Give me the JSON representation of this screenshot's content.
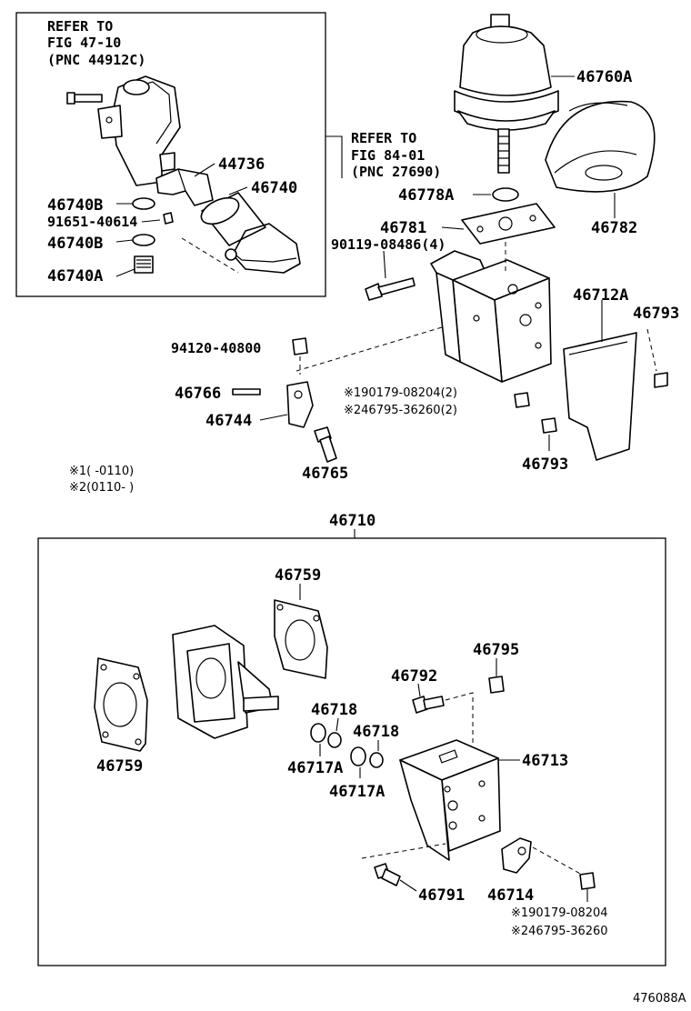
{
  "refs": {
    "fig_47_10": [
      "REFER TO",
      "FIG 47-10",
      "(PNC 44912C)"
    ],
    "fig_84_01": [
      "REFER TO",
      "FIG 84-01",
      "(PNC 27690)"
    ]
  },
  "callouts": {
    "p46760A": "46760A",
    "p44736": "44736",
    "p46740": "46740",
    "p46740B_1": "46740B",
    "p91651": "91651-40614",
    "p46740B_2": "46740B",
    "p46740A": "46740A",
    "p46778A": "46778A",
    "p46782": "46782",
    "p46781": "46781",
    "p90119": "90119-08486(4)",
    "p46712A": "46712A",
    "p46793_1": "46793",
    "p94120": "94120-40800",
    "p46766": "46766",
    "p46744": "46744",
    "p90179_a": "※190179-08204(2)",
    "p46795_a": "※246795-36260(2)",
    "p46793_2": "46793",
    "p46765": "46765",
    "p46710": "46710",
    "p46759_1": "46759",
    "p46759_2": "46759",
    "p46795": "46795",
    "p46792": "46792",
    "p46718_1": "46718",
    "p46718_2": "46718",
    "p46713": "46713",
    "p46717A_1": "46717A",
    "p46717A_2": "46717A",
    "p46791": "46791",
    "p46714": "46714",
    "p90179_b": "※190179-08204",
    "p46795_b": "※246795-36260"
  },
  "notes": {
    "n1": "※1(     -0110)",
    "n2": "※2(0110-      )"
  },
  "diagram_code": "476088A"
}
